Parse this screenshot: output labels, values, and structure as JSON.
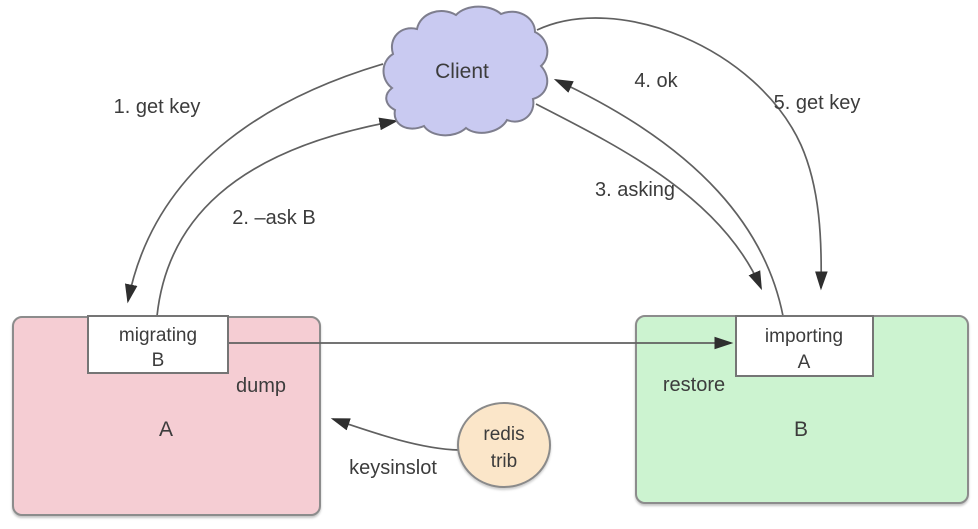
{
  "nodes": {
    "client": {
      "label": "Client"
    },
    "node_a": {
      "label": "A"
    },
    "node_b": {
      "label": "B"
    },
    "migrating_flag": {
      "line1": "migrating",
      "line2": "B"
    },
    "importing_flag": {
      "line1": "importing",
      "line2": "A"
    },
    "redis_trib": {
      "line1": "redis",
      "line2": "trib"
    }
  },
  "edges": {
    "step1": {
      "label": "1. get key"
    },
    "step2": {
      "label": "2. –ask B"
    },
    "step3": {
      "label": "3. asking"
    },
    "step4": {
      "label": "4. ok"
    },
    "step5": {
      "label": "5. get key"
    },
    "dump": {
      "label": "dump"
    },
    "restore": {
      "label": "restore"
    },
    "keysinslot": {
      "label": "keysinslot"
    }
  },
  "colors": {
    "client_fill": "#c9caf1",
    "node_a_fill": "#f5cdd3",
    "node_b_fill": "#ccf3d0",
    "redis_trib_fill": "#fbe6c9",
    "line": "#606060",
    "arrowhead": "#2e2e2e",
    "text": "#3c3c3c"
  }
}
